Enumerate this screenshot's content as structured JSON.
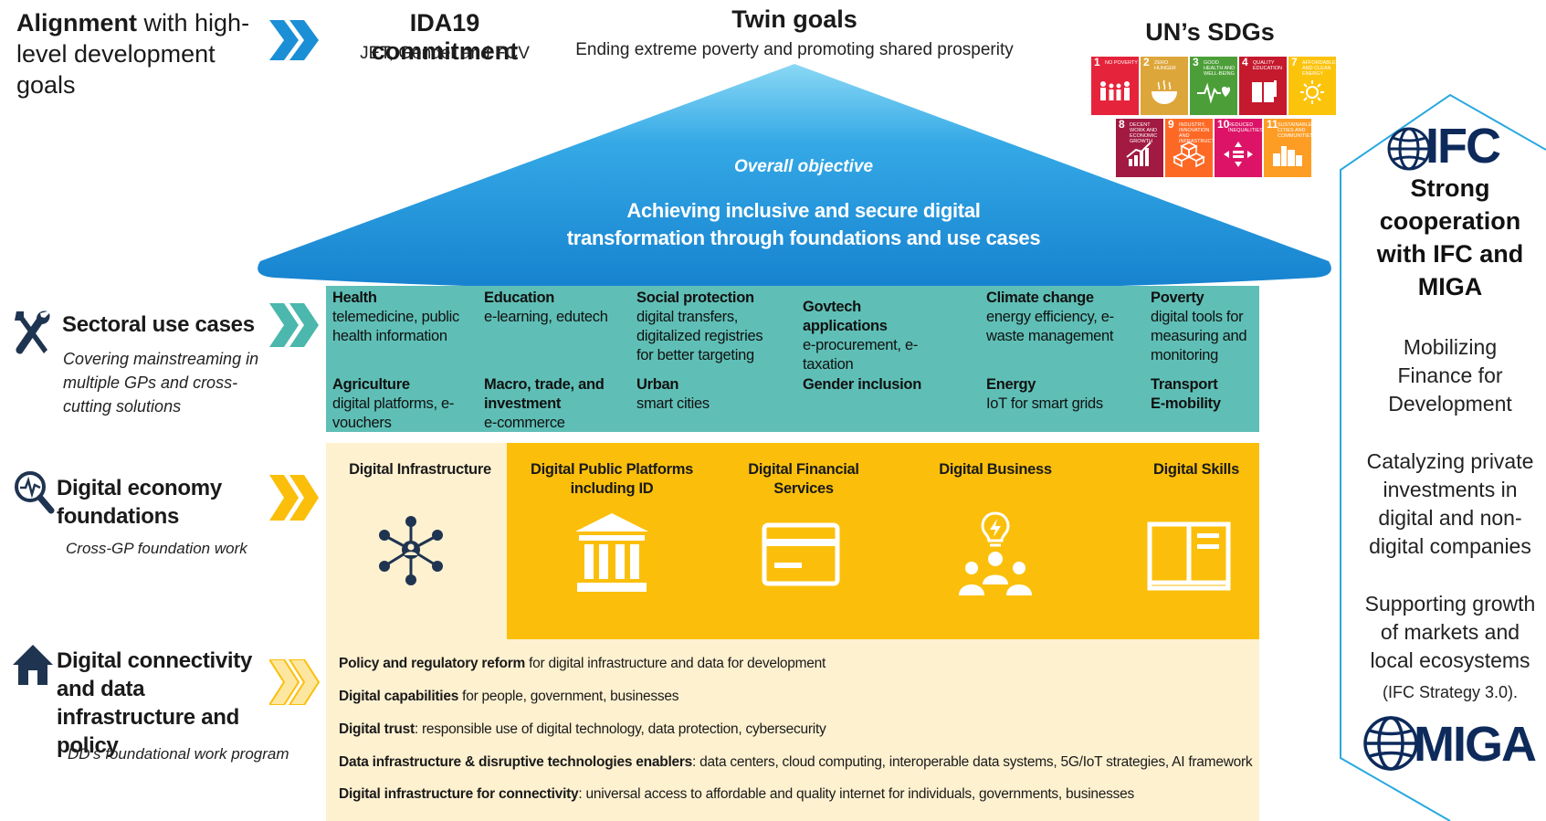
{
  "left": {
    "alignment": {
      "bold": "Alignment",
      "rest_line1": " with high-",
      "line2": "level development goals"
    },
    "sectoral": {
      "title": "Sectoral use cases",
      "sub": "Covering mainstreaming in multiple GPs and cross-cutting solutions"
    },
    "digital_economy": {
      "title": "Digital economy foundations",
      "sub": "Cross-GP foundation work"
    },
    "connectivity": {
      "title": "Digital connectivity and data infrastructure and policy",
      "sub": "DD’s foundational work program"
    }
  },
  "top": {
    "ida_title": "IDA19 commitment",
    "ida_sub": "JET, Gender and FCV",
    "twin_title": "Twin goals",
    "twin_sub": "Ending extreme poverty and promoting shared prosperity",
    "sdg_title": "UN’s SDGs"
  },
  "sdgs": [
    {
      "num": "1",
      "label": "NO POVERTY",
      "color": "#e5243b",
      "icon": "family-icon"
    },
    {
      "num": "2",
      "label": "ZERO HUNGER",
      "color": "#dda63a",
      "icon": "bowl-icon"
    },
    {
      "num": "3",
      "label": "GOOD HEALTH AND WELL-BEING",
      "color": "#4c9f38",
      "icon": "heartbeat-icon"
    },
    {
      "num": "4",
      "label": "QUALITY EDUCATION",
      "color": "#c5192d",
      "icon": "book-icon"
    },
    {
      "num": "7",
      "label": "AFFORDABLE AND CLEAN ENERGY",
      "color": "#fcc30b",
      "icon": "sun-icon"
    },
    {
      "num": "8",
      "label": "DECENT WORK AND ECONOMIC GROWTH",
      "color": "#a21942",
      "icon": "growth-chart-icon"
    },
    {
      "num": "9",
      "label": "INDUSTRY, INNOVATION AND INFRASTRUCTURE",
      "color": "#fd6925",
      "icon": "cubes-icon"
    },
    {
      "num": "10",
      "label": "REDUCED INEQUALITIES",
      "color": "#dd1367",
      "icon": "equality-icon"
    },
    {
      "num": "11",
      "label": "SUSTAINABLE CITIES AND COMMUNITIES",
      "color": "#fd9d24",
      "icon": "city-icon"
    }
  ],
  "roof": {
    "objective_label": "Overall objective",
    "objective_line1": "Achieving inclusive and secure digital",
    "objective_line2": "transformation through foundations and use cases"
  },
  "sectoral_cells": [
    {
      "title": "Health",
      "text": "telemedicine, public health information"
    },
    {
      "title": "Education",
      "text": "e-learning, edutech"
    },
    {
      "title": "Social protection",
      "text": "digital transfers, digitalized registries for better targeting"
    },
    {
      "title": "Govtech applications",
      "text": "e-procurement, e-taxation"
    },
    {
      "title": "Climate change",
      "text": "energy efficiency, e-waste management"
    },
    {
      "title": "Poverty",
      "text": "digital tools for measuring and monitoring"
    },
    {
      "title": "Agriculture",
      "text": "digital platforms, e-vouchers"
    },
    {
      "title": "Macro, trade, and investment",
      "text": "e-commerce"
    },
    {
      "title": "Urban",
      "text": "smart cities"
    },
    {
      "title": "Gender inclusion",
      "text": ""
    },
    {
      "title": "Energy",
      "text": "IoT for smart grids"
    },
    {
      "title": "Transport",
      "text": "E-mobility"
    }
  ],
  "foundations": [
    {
      "label": "Digital Infrastructure",
      "icon": "network-icon"
    },
    {
      "label": "Digital Public Platforms including ID",
      "icon": "government-building-icon"
    },
    {
      "label": "Digital Financial Services",
      "icon": "payment-card-icon"
    },
    {
      "label": "Digital Business",
      "icon": "team-idea-icon"
    },
    {
      "label": "Digital Skills",
      "icon": "open-book-icon"
    }
  ],
  "policy_lines": [
    {
      "bold": "Policy and regulatory reform",
      "rest": " for digital infrastructure and data for development"
    },
    {
      "bold": "Digital capabilities",
      "rest": " for people, government, businesses"
    },
    {
      "bold": "Digital trust",
      "rest": ": responsible use of digital technology, data protection, cybersecurity"
    },
    {
      "bold": "Data infrastructure & disruptive technologies enablers",
      "rest": ": data centers, cloud computing, interoperable data systems, 5G/IoT strategies, AI framework"
    },
    {
      "bold": "Digital infrastructure for connectivity",
      "rest": ": universal access to affordable and quality internet for individuals, governments, businesses"
    }
  ],
  "right_panel": {
    "ifc_logo": "IFC",
    "heading": "Strong cooperation with IFC and MIGA",
    "item1": "Mobilizing Finance for Development",
    "item2": "Catalyzing private investments in digital and non-digital companies",
    "item3_main": "Supporting growth of markets and local ecosystems",
    "item3_small": " (IFC Strategy 3.0).",
    "miga_logo": "MIGA"
  },
  "colors": {
    "roof_blue": "#1c8fd6",
    "roof_light": "#5cc3ef",
    "teal": "#5fbfb6",
    "yellow": "#fbbf0b",
    "cream": "#fef1d0",
    "chevron_blue": "#1b8fd6",
    "chevron_teal": "#4bb7ad",
    "chevron_yellow": "#fbbf0b",
    "hex_border": "#29a8e0",
    "logo_navy": "#0d2a5b"
  }
}
